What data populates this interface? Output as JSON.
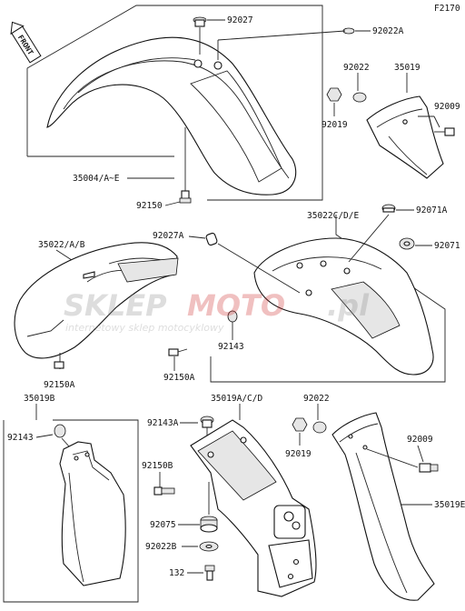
{
  "page_code": "F2170",
  "front_label": "FRONT",
  "watermark": {
    "brand_a": "SKLEP",
    "brand_b": "MOTO",
    "brand_c": ".pl",
    "tagline": "internetowy sklep motocyklowy"
  },
  "labels": {
    "l92027": "92027",
    "l92022A": "92022A",
    "l92022_top": "92022",
    "l35019": "35019",
    "l92019_top": "92019",
    "l92009_top": "92009",
    "l35004": "35004/A~E",
    "l92150_top": "92150",
    "l35022CDE": "35022C/D/E",
    "l92071A": "92071A",
    "l92027A": "92027A",
    "l92071": "92071",
    "l35022AB": "35022/A/B",
    "l92143_mid": "92143",
    "l92150A_mid": "92150A",
    "l92150A_left": "92150A",
    "l35019B": "35019B",
    "l92143_left": "92143",
    "l35019ACD": "35019A/C/D",
    "l92022_bot": "92022",
    "l92143A": "92143A",
    "l92019_bot": "92019",
    "l92009_bot": "92009",
    "l92150B": "92150B",
    "l92075": "92075",
    "l35019E": "35019E",
    "l92022B": "92022B",
    "l132": "132"
  }
}
